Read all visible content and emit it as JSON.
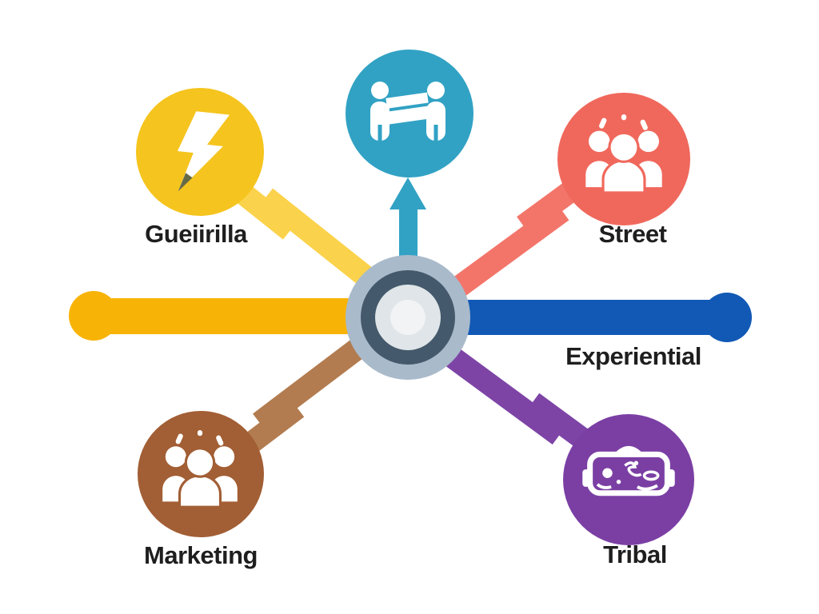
{
  "background_color": "#FFFFFF",
  "diagram_type": "hub-and-spoke marketing infographic",
  "colors": {
    "hub_outer": "#A9BACB",
    "hub_ring": "#44596B",
    "hub_inner": "#DFE5E8",
    "hub_core": "#F1F3F4",
    "guerrilla_circle": "#F5C41E",
    "guerrilla_spoke": "#FBD24B",
    "banner_circle": "#31A2C4",
    "banner_spoke": "#31A2C4",
    "street_circle": "#F0685C",
    "street_spoke": "#F3756A",
    "experiential_bar": "#1159B5",
    "left_bar": "#F8B307",
    "marketing_circle": "#A25E34",
    "marketing_spoke": "#B27C50",
    "tribal_circle": "#7B3FA4",
    "tribal_spoke": "#7D44A6",
    "icon_white": "#FFFFFF",
    "bolt_tip": "#666B47",
    "label_text": "#1E1E1E"
  },
  "nodes": {
    "guerrilla": {
      "label": "Gueiirilla",
      "icon": "lightning-bolt-icon"
    },
    "banner": {
      "label": "",
      "icon": "people-carrying-banner-icon"
    },
    "street": {
      "label": "Street",
      "icon": "crowd-icon"
    },
    "experiential": {
      "label": "Experiential",
      "icon": ""
    },
    "marketing": {
      "label": "Marketing",
      "icon": "crowd-icon"
    },
    "tribal": {
      "label": "Tribal",
      "icon": "vr-headset-icon"
    }
  }
}
